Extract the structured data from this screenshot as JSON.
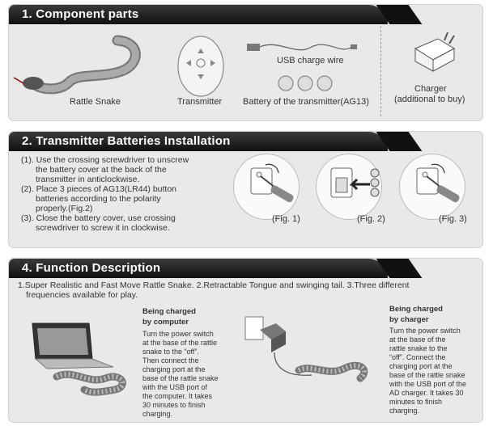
{
  "section1": {
    "title": "1. Component parts",
    "rattle_snake": "Rattle Snake",
    "transmitter": "Transmitter",
    "usb_wire": "USB charge wire",
    "battery": "Battery of the transmitter(AG13)",
    "charger_line1": "Charger",
    "charger_line2": "(additional to buy)"
  },
  "section2": {
    "title": "2. Transmitter Batteries Installation",
    "steps": [
      "(1). Use the crossing screwdriver to unscrew",
      "the battery cover at the back of the",
      "transmitter in anticlockwise.",
      "(2). Place 3 pieces of AG13(LR44) button",
      "batteries according to the polarity",
      "properly.(Fig.2)",
      "(3). Close the battery cover, use crossing",
      "screwdriver to screw it in clockwise."
    ],
    "fig1": "(Fig. 1)",
    "fig2": "(Fig. 2)",
    "fig3": "(Fig. 3)"
  },
  "section4": {
    "title": "4. Function Description",
    "desc_line1": "1.Super Realistic and Fast Move Rattle Snake.  2.Retractable Tongue and swinging tail.  3.Three different",
    "desc_line2": "frequencies available for play.",
    "computer_title1": "Being charged",
    "computer_title2": "by computer",
    "computer_text": [
      "Turn the power switch",
      "at the base of the rattle",
      "snake to the “off”.",
      "Then connect the",
      "charging port at the",
      "base of the rattle snake",
      "with the USB port of",
      "the computer. It takes",
      "30 minutes to finish",
      "charging."
    ],
    "charger_title1": "Being charged",
    "charger_title2": "by charger",
    "charger_text": [
      "Turn the power switch",
      "at the base of the",
      "rattle snake to the",
      "“off”. Connect the",
      "charging port at the",
      "base of the rattle snake",
      "with the USB port of the",
      "AD charger. It takes 30",
      "minutes to finish",
      "charging."
    ]
  }
}
